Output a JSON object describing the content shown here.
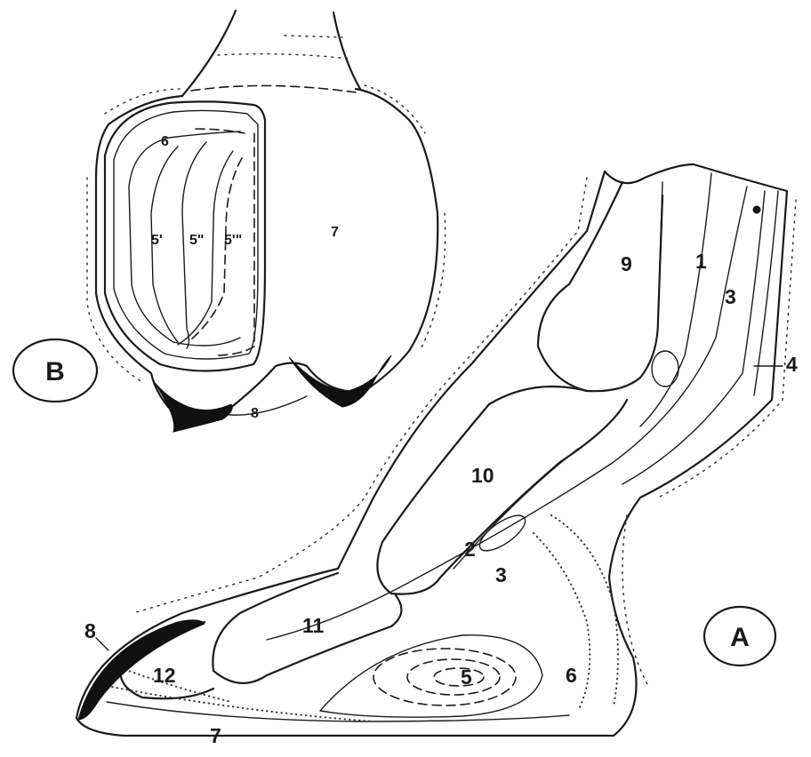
{
  "panel_b": {
    "circle_label": "B",
    "labels": {
      "l6": "6",
      "l5a": "5'",
      "l5b": "5\"",
      "l5c": "5'\"",
      "l7": "7",
      "l8": "8"
    }
  },
  "panel_a": {
    "circle_label": "A",
    "labels": {
      "l9": "9",
      "l1": "1",
      "l3_upper": "3",
      "l4": "4",
      "l10": "10",
      "l2": "2",
      "l3_lower": "3",
      "l11": "11",
      "l8": "8",
      "l12": "12",
      "l5": "5",
      "l6": "6",
      "l7": "7"
    }
  },
  "colors": {
    "ink": "#1a1a1a",
    "background": "#ffffff"
  }
}
